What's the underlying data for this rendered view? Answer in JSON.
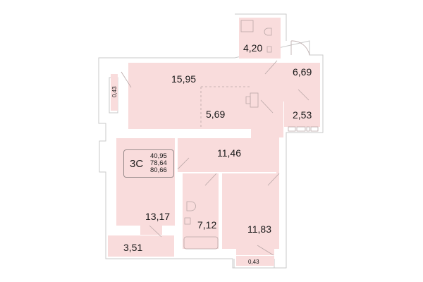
{
  "plan": {
    "apartment_code": "3С",
    "areas": {
      "living": "40,95",
      "total": "78,64",
      "total_with_balcony": "80,66"
    },
    "colors": {
      "room_fill": "#f9dcdc",
      "wall": "#c9c9c9",
      "text": "#1a1a1a"
    },
    "rooms": [
      {
        "id": "bathroom-top",
        "label": "4,20"
      },
      {
        "id": "living-room",
        "label": "15,95"
      },
      {
        "id": "kitchen",
        "label": "5,69"
      },
      {
        "id": "entrance-hall",
        "label": "6,69"
      },
      {
        "id": "wardrobe",
        "label": "2,53"
      },
      {
        "id": "corridor",
        "label": "11,46"
      },
      {
        "id": "bedroom-left",
        "label": "13,17"
      },
      {
        "id": "bathroom-bottom",
        "label": "7,12"
      },
      {
        "id": "bedroom-right",
        "label": "11,83"
      },
      {
        "id": "loggia",
        "label": "3,51"
      },
      {
        "id": "balcony-left",
        "label": "0,43"
      },
      {
        "id": "balcony-bottom",
        "label": "0,43"
      }
    ]
  }
}
